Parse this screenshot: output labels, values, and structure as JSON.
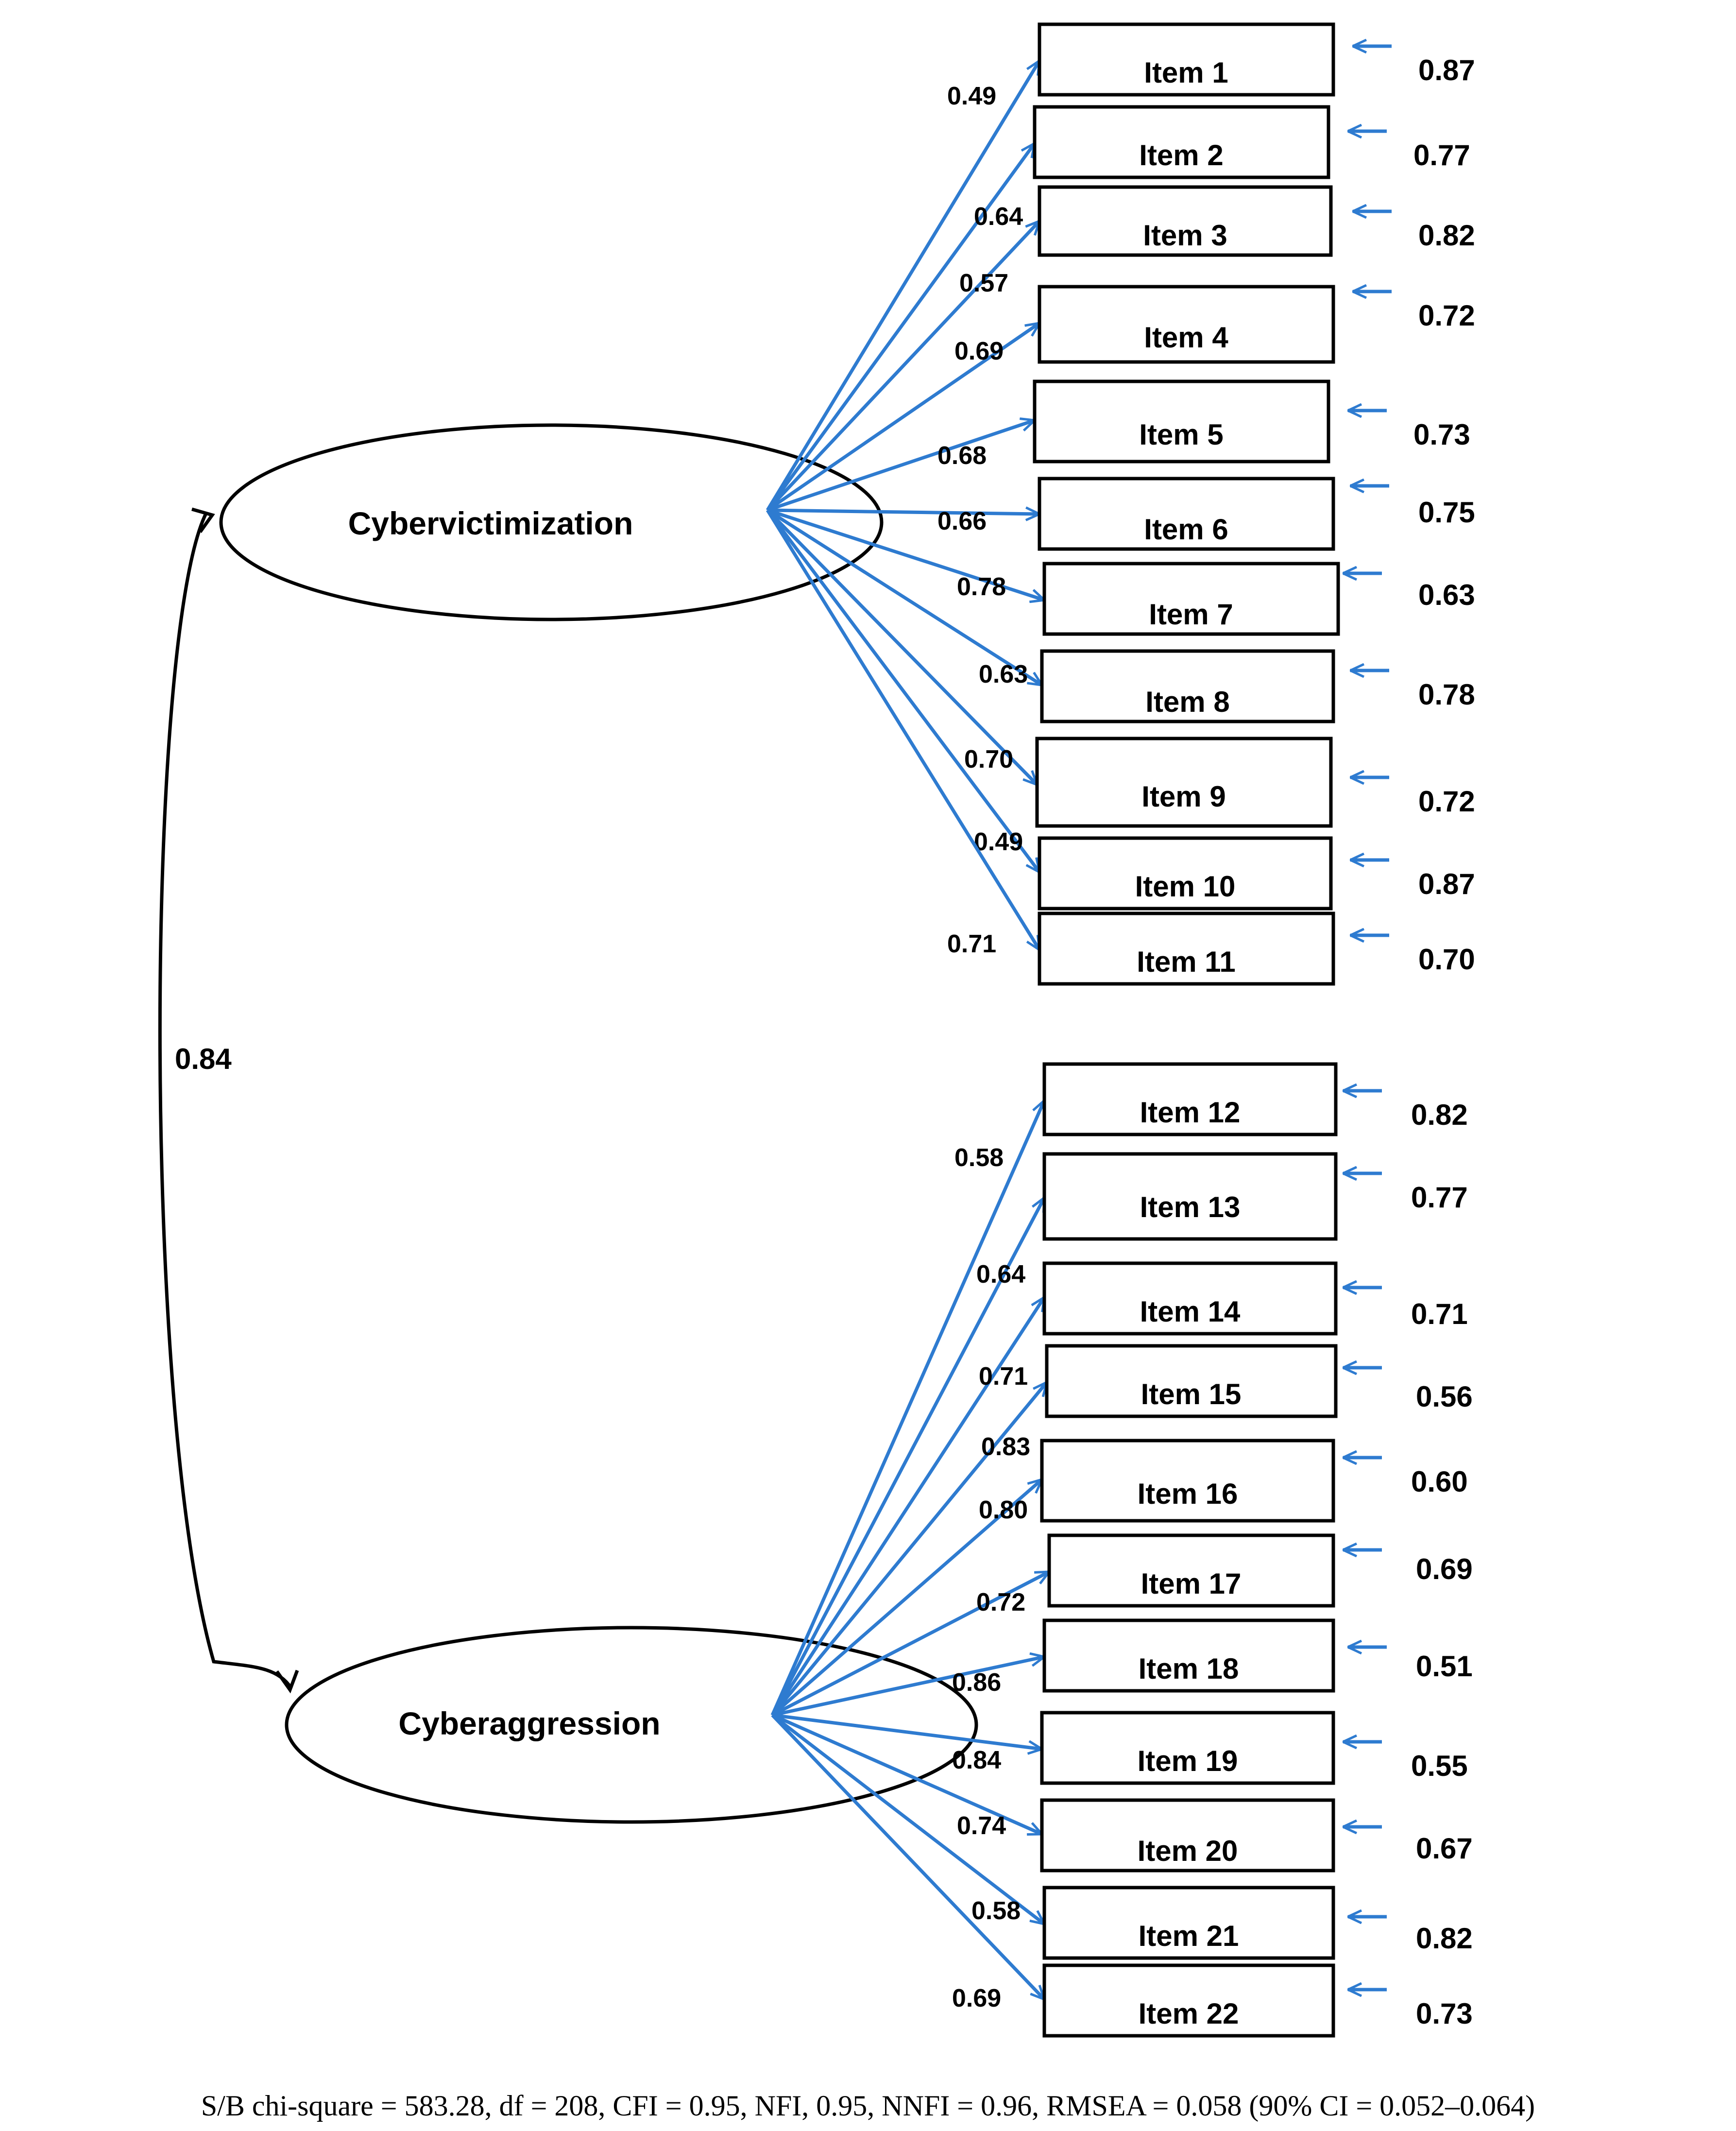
{
  "factors": [
    {
      "label": "Cybervictimization"
    },
    {
      "label": "Cyberaggression"
    }
  ],
  "correlation": "0.84",
  "items": [
    {
      "label": "Item 1",
      "loading": "0.49",
      "error": "0.87"
    },
    {
      "label": "Item 2",
      "loading": "0.64",
      "error": "0.77"
    },
    {
      "label": "Item 3",
      "loading": "0.57",
      "error": "0.82"
    },
    {
      "label": "Item 4",
      "loading": "0.69",
      "error": "0.72"
    },
    {
      "label": "Item 5",
      "loading": "0.68",
      "error": "0.73"
    },
    {
      "label": "Item 6",
      "loading": "0.66",
      "error": "0.75"
    },
    {
      "label": "Item 7",
      "loading": "0.78",
      "error": "0.63"
    },
    {
      "label": "Item 8",
      "loading": "0.63",
      "error": "0.78"
    },
    {
      "label": "Item 9",
      "loading": "0.70",
      "error": "0.72"
    },
    {
      "label": "Item 10",
      "loading": "0.49",
      "error": "0.87"
    },
    {
      "label": "Item 11",
      "loading": "0.71",
      "error": "0.70"
    },
    {
      "label": "Item 12",
      "loading": "0.58",
      "error": "0.82"
    },
    {
      "label": "Item 13",
      "loading": "0.64",
      "error": "0.77"
    },
    {
      "label": "Item 14",
      "loading": "0.71",
      "error": "0.71"
    },
    {
      "label": "Item 15",
      "loading": "0.83",
      "error": "0.56"
    },
    {
      "label": "Item 16",
      "loading": "0.80",
      "error": "0.60"
    },
    {
      "label": "Item 17",
      "loading": "0.72",
      "error": "0.69"
    },
    {
      "label": "Item 18",
      "loading": "0.86",
      "error": "0.51"
    },
    {
      "label": "Item 19",
      "loading": "0.84",
      "error": "0.55"
    },
    {
      "label": "Item 20",
      "loading": "0.74",
      "error": "0.67"
    },
    {
      "label": "Item 21",
      "loading": "0.58",
      "error": "0.82"
    },
    {
      "label": "Item 22",
      "loading": "0.69",
      "error": "0.73"
    }
  ],
  "fit_indices": "S/B chi-square = 583.28, df = 208, CFI = 0.95, NFI, 0.95, NNFI = 0.96, RMSEA = 0.058 (90% CI = 0.052–0.064)",
  "colors": {
    "path": "#2E7BD0",
    "stroke": "#000000"
  }
}
